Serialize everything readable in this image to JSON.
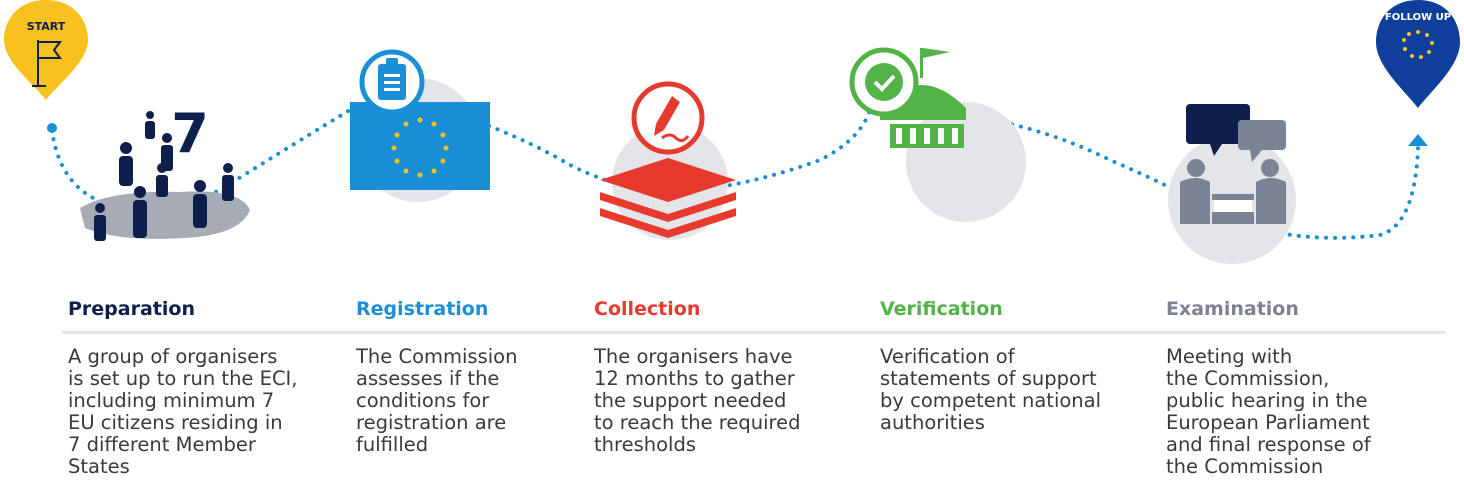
{
  "markers": {
    "start_label": "START",
    "followup_label": "FOLLOW UP"
  },
  "preparation": {
    "number": "7"
  },
  "steps": [
    {
      "title": "Preparation",
      "color": "#0e1f4d",
      "description": "A group of organisers\nis set up to run the ECI,\nincluding minimum 7\nEU citizens residing in\n7 different Member\nStates"
    },
    {
      "title": "Registration",
      "color": "#1a8fd6",
      "description": "The Commission\nassesses if the\nconditions for\nregistration are\nfulfilled"
    },
    {
      "title": "Collection",
      "color": "#e63a2e",
      "description": "The organisers have\n12 months to gather\nthe support needed\nto reach the required\nthresholds"
    },
    {
      "title": "Verification",
      "color": "#52b347",
      "description": "Verification of\nstatements of support\nby competent national\nauthorities"
    },
    {
      "title": "Examination",
      "color": "#7b8396",
      "description": "Meeting with\nthe Commission,\npublic hearing in the\nEuropean Parliament\nand final response of\nthe Commission"
    }
  ],
  "colors": {
    "start_pin": "#f7c21f",
    "followup_pin": "#0e3f9b",
    "path_dots": "#1a8fd6",
    "eu_flag_blue": "#1a8fd6",
    "eu_star": "#f7c21f",
    "grey_circle": "#e3e5e9",
    "people": "#0e1f4d"
  }
}
